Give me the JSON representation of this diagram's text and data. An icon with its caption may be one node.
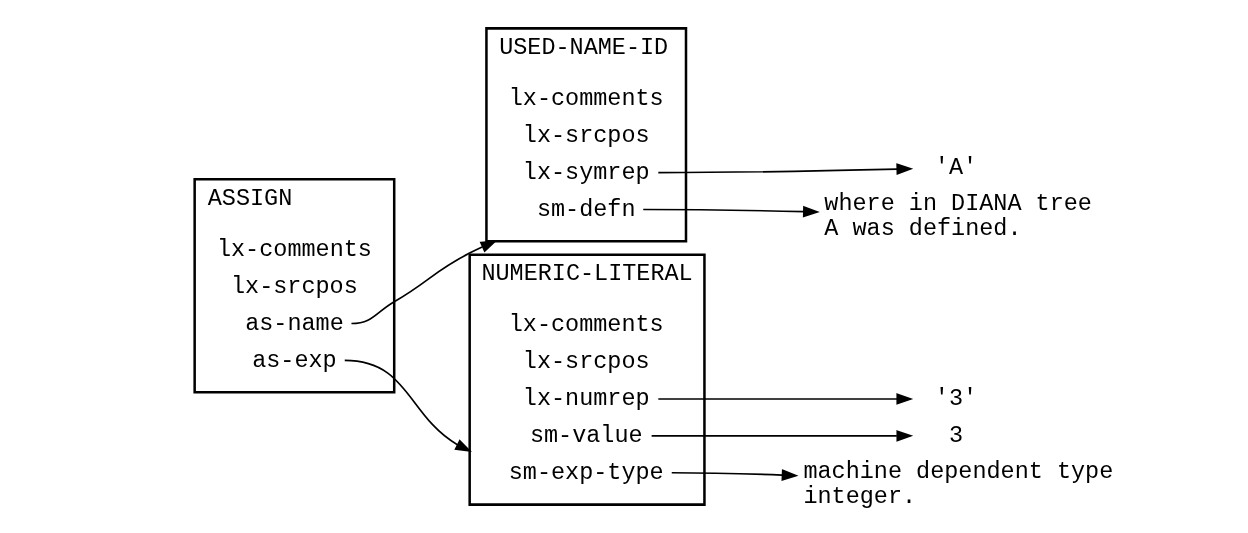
{
  "diagram": {
    "nodes": [
      {
        "text": [
          "ASSIGN"
        ]
      },
      {
        "text": [
          "as-name"
        ],
        "in": 0
      },
      {
        "text": [
          "as-exp"
        ],
        "in": 0
      },
      {
        "text": [
          "lx-srcpos"
        ],
        "in": 0
      },
      {
        "text": [
          "lx-comments"
        ],
        "in": 0
      },
      {
        "text": [
          "USED-NAME-ID"
        ]
      },
      {
        "text": [
          "sm-defn"
        ],
        "in": 5
      },
      {
        "text": [
          "lx-symrep"
        ],
        "in": 5
      },
      {
        "text": [
          "lx-srcpos"
        ],
        "in": 5
      },
      {
        "text": [
          "lx-comments"
        ],
        "in": 5
      },
      {
        "text": [
          "NUMERIC-LITERAL"
        ]
      },
      {
        "text": [
          "sm-exp-type"
        ],
        "in": 10
      },
      {
        "text": [
          "sm-value"
        ],
        "in": 10
      },
      {
        "text": [
          "lx-numrep"
        ],
        "in": 10
      },
      {
        "text": [
          "lx-srcpos"
        ],
        "in": 10
      },
      {
        "text": [
          "lx-comments"
        ],
        "in": 10
      },
      {
        "text": [
          "where in DIANA tree A was defined."
        ]
      },
      {
        "text": [
          "'A'"
        ]
      },
      {
        "text": [
          "machine dependent type integer."
        ]
      },
      {
        "text": [
          "3"
        ]
      },
      {
        "text": [
          "'3'"
        ]
      }
    ],
    "edges": [
      {
        "from": 1,
        "to": 5,
        "arrow": "to"
      },
      {
        "from": 2,
        "to": 10,
        "arrow": "to"
      },
      {
        "from": 6,
        "to": 16,
        "arrow": "to"
      },
      {
        "from": 7,
        "to": 17,
        "arrow": "to"
      },
      {
        "from": 11,
        "to": 18,
        "arrow": "to"
      },
      {
        "from": 12,
        "to": 19,
        "arrow": "to"
      },
      {
        "from": 13,
        "to": 20,
        "arrow": "to"
      }
    ]
  }
}
